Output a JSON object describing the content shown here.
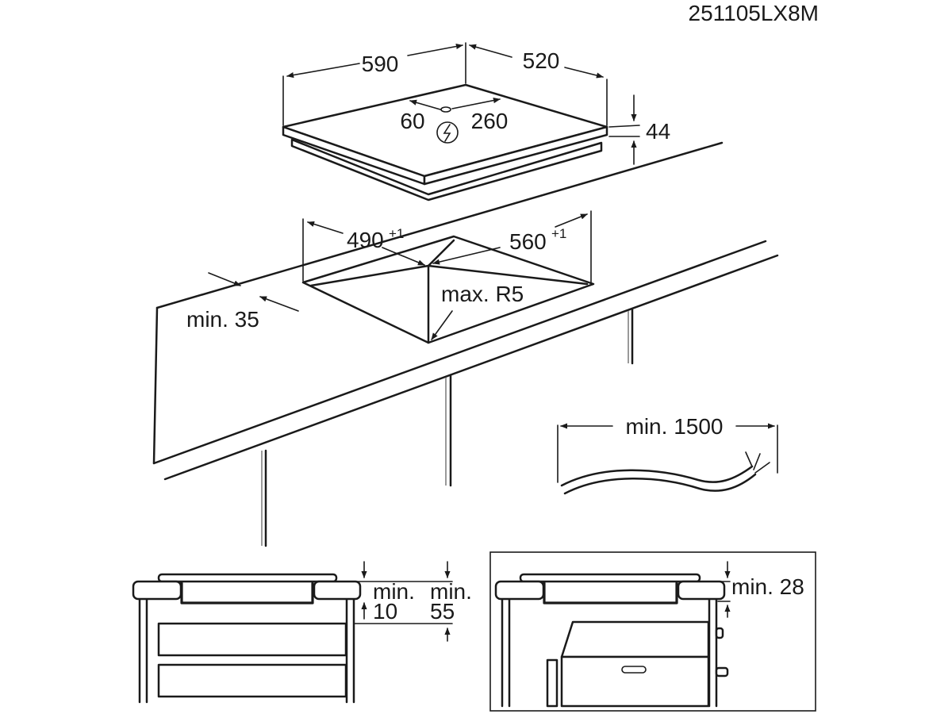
{
  "code": "251105LX8M",
  "hob": {
    "width": "590",
    "depth": "520",
    "height": "44",
    "cable_left": "60",
    "cable_right": "260"
  },
  "cutout": {
    "width": "490",
    "width_tol": "+1",
    "depth": "560",
    "depth_tol": "+1",
    "radius": "max. R5",
    "front_min": "min. 35"
  },
  "cable": {
    "length": "min. 1500"
  },
  "section_left": {
    "clear_a_1": "min.",
    "clear_a_2": "10",
    "clear_b_1": "min.",
    "clear_b_2": "55"
  },
  "section_right": {
    "clear": "min. 28"
  }
}
